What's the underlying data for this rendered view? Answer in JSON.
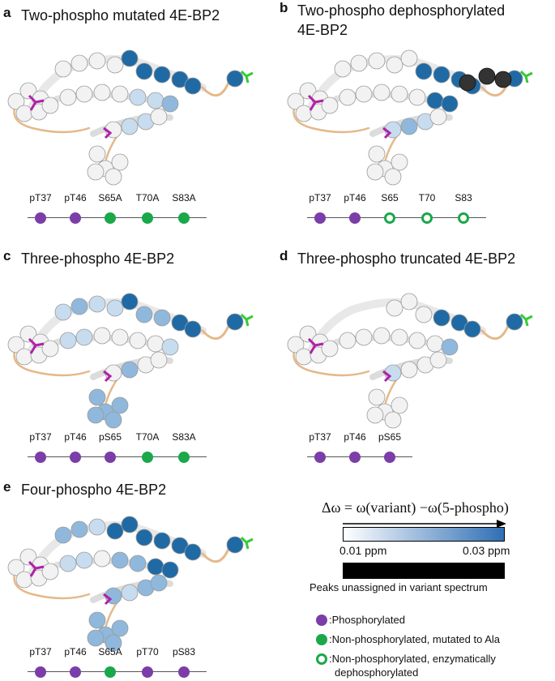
{
  "panels": [
    {
      "letter": "a",
      "title": "Two-phospho mutated 4E-BP2",
      "sites": [
        {
          "label": "pT37",
          "state": "phos"
        },
        {
          "label": "pT46",
          "state": "phos"
        },
        {
          "label": "S65A",
          "state": "mut"
        },
        {
          "label": "T70A",
          "state": "mut"
        },
        {
          "label": "S83A",
          "state": "mut"
        }
      ]
    },
    {
      "letter": "b",
      "title_line1": "Two-phospho dephosphorylated",
      "title_line2": "4E-BP2",
      "sites": [
        {
          "label": "pT37",
          "state": "phos"
        },
        {
          "label": "pT46",
          "state": "phos"
        },
        {
          "label": "S65",
          "state": "deph"
        },
        {
          "label": "T70",
          "state": "deph"
        },
        {
          "label": "S83",
          "state": "deph"
        }
      ]
    },
    {
      "letter": "c",
      "title": "Three-phospho 4E-BP2",
      "sites": [
        {
          "label": "pT37",
          "state": "phos"
        },
        {
          "label": "pT46",
          "state": "phos"
        },
        {
          "label": "pS65",
          "state": "phos"
        },
        {
          "label": "T70A",
          "state": "mut"
        },
        {
          "label": "S83A",
          "state": "mut"
        }
      ]
    },
    {
      "letter": "d",
      "title": "Three-phospho truncated 4E-BP2",
      "sites": [
        {
          "label": "pT37",
          "state": "phos"
        },
        {
          "label": "pT46",
          "state": "phos"
        },
        {
          "label": "pS65",
          "state": "phos"
        }
      ]
    },
    {
      "letter": "e",
      "title": "Four-phospho 4E-BP2",
      "sites": [
        {
          "label": "pT37",
          "state": "phos"
        },
        {
          "label": "pT46",
          "state": "phos"
        },
        {
          "label": "S65A",
          "state": "mut"
        },
        {
          "label": "pT70",
          "state": "phos"
        },
        {
          "label": "pS83",
          "state": "phos"
        }
      ]
    }
  ],
  "legend": {
    "equation": "Δω = ω(variant) −ω(5-phospho)",
    "scale_min": "0.01 ppm",
    "scale_max": "0.03 ppm",
    "unassigned": "Peaks unassigned in variant spectrum",
    "phosphorylated": ":Phosphorylated",
    "mutated": ":Non-phosphorylated, mutated to Ala",
    "dephos_line1": ":Non-phosphorylated, enzymatically",
    "dephos_line2": "dephosphorylated"
  },
  "colors": {
    "phos": "#7b3ea8",
    "mut": "#1aa84a",
    "grad_low": "#ffffff",
    "grad_high": "#2f6fb5",
    "unassigned": "#000000"
  }
}
